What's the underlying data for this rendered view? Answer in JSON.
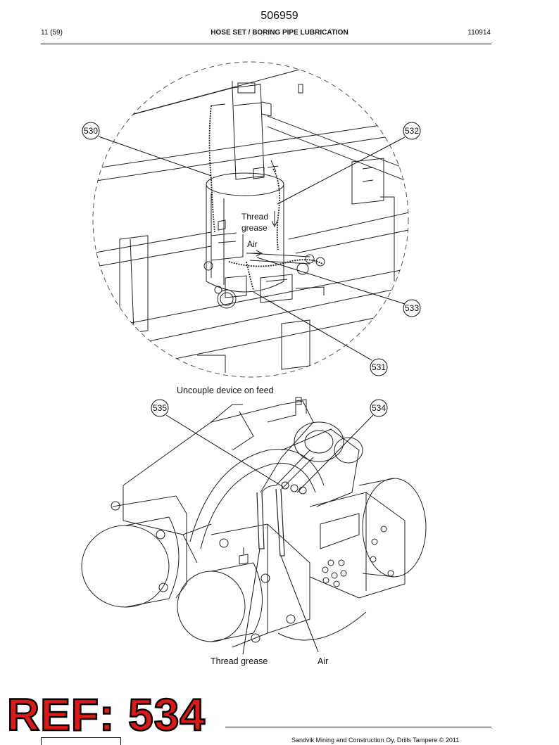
{
  "header": {
    "doc_number": "506959",
    "page_index": "11 (59)",
    "section_title": "HOSE SET / BORING PIPE LUBRICATION",
    "revision": "110914"
  },
  "detail_view": {
    "callouts": {
      "c530": "530",
      "c531": "531",
      "c532": "532",
      "c533": "533"
    },
    "label_thread": "Thread",
    "label_grease": "grease",
    "label_air": "Air"
  },
  "main_view": {
    "caption": "Uncouple device on feed",
    "callouts": {
      "c534": "534",
      "c535": "535"
    },
    "label_thread_grease": "Thread grease",
    "label_air": "Air"
  },
  "stamp": {
    "text": "REF: 534",
    "color": "#e01818"
  },
  "footer": {
    "text": "Sandvik Mining and Construction Oy, Drills Tampere © 2011"
  }
}
